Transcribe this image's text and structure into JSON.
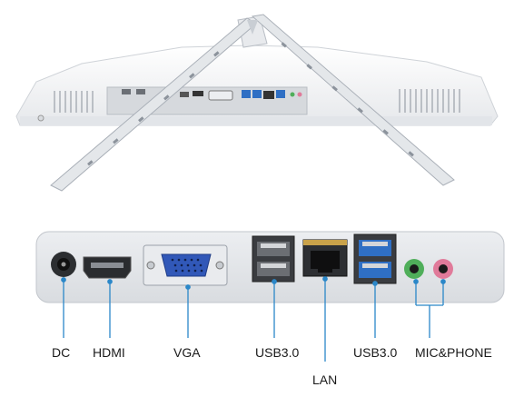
{
  "labels": {
    "dc": "DC",
    "hdmi": "HDMI",
    "vga": "VGA",
    "usb30_left": "USB3.0",
    "lan": "LAN",
    "usb30_right": "USB3.0",
    "mic_phone": "MIC&PHONE"
  },
  "colors": {
    "leader_line": "#2b87c8",
    "body_white": "#f2f3f5",
    "panel_gray": "#e4e6e9",
    "usb3_blue": "#2f6fc4",
    "vga_blue": "#3158b8",
    "mic_green": "#4fae5a",
    "phone_pink": "#e07a9a"
  }
}
